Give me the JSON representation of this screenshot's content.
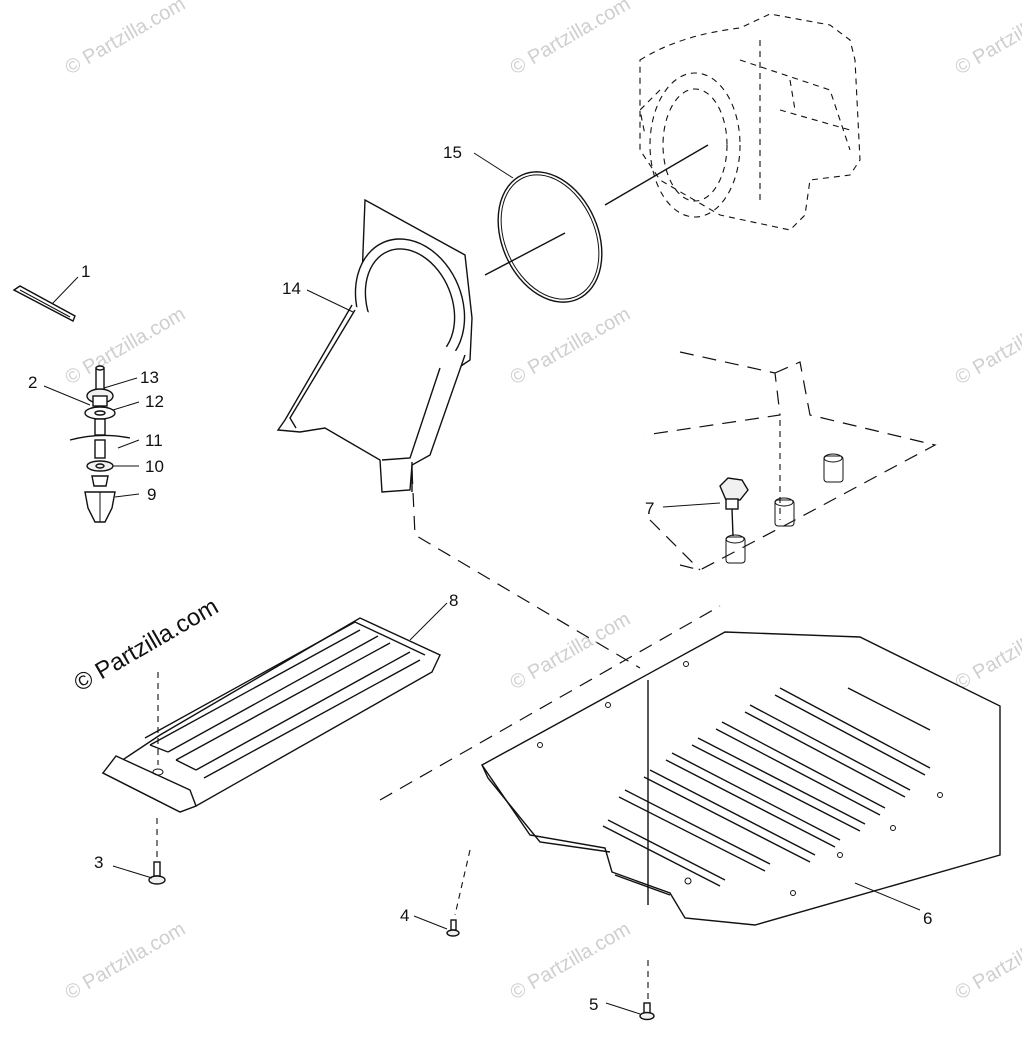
{
  "watermark": {
    "text": "© Partzilla.com",
    "prominent_text": "© Partzilla.com"
  },
  "callouts": [
    {
      "id": "1",
      "label": "1"
    },
    {
      "id": "2",
      "label": "2"
    },
    {
      "id": "3",
      "label": "3"
    },
    {
      "id": "4",
      "label": "4"
    },
    {
      "id": "5",
      "label": "5"
    },
    {
      "id": "6",
      "label": "6"
    },
    {
      "id": "7",
      "label": "7"
    },
    {
      "id": "8",
      "label": "8"
    },
    {
      "id": "9",
      "label": "9"
    },
    {
      "id": "10",
      "label": "10"
    },
    {
      "id": "11",
      "label": "11"
    },
    {
      "id": "12",
      "label": "12"
    },
    {
      "id": "13",
      "label": "13"
    },
    {
      "id": "14",
      "label": "14"
    },
    {
      "id": "15",
      "label": "15"
    }
  ]
}
